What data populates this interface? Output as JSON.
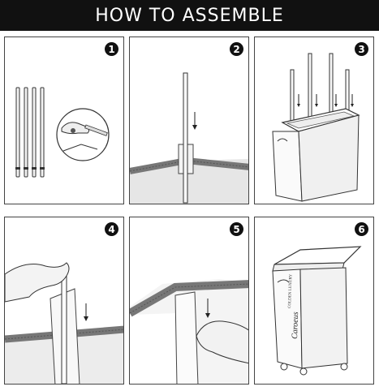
{
  "header": {
    "title": "HOW TO ASSEMBLE"
  },
  "steps": [
    {
      "number": "1"
    },
    {
      "number": "2"
    },
    {
      "number": "3"
    },
    {
      "number": "4"
    },
    {
      "number": "5"
    },
    {
      "number": "6"
    }
  ],
  "bag": {
    "brand": "COLDEN LUXURY",
    "logo_text": "Caroeus"
  }
}
